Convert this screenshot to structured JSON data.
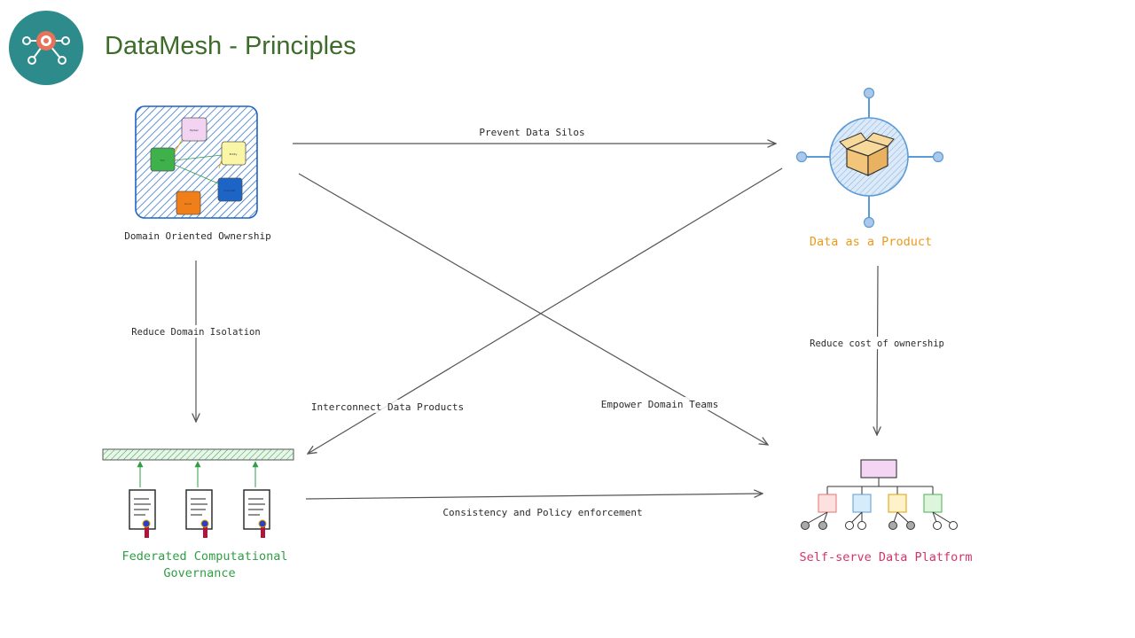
{
  "slide": {
    "title": "DataMesh - Principles"
  },
  "nodes": {
    "domain_ownership": {
      "label": "Domain Oriented Ownership"
    },
    "data_product": {
      "label": "Data as a Product",
      "color": "#ec9a1c"
    },
    "self_serve": {
      "label": "Self-serve Data Platform",
      "color": "#d6336c"
    },
    "governance": {
      "label_line1": "Federated Computational",
      "label_line2": "Governance",
      "color": "#2f9e44"
    }
  },
  "edges": {
    "prevent_silos": "Prevent Data Silos",
    "reduce_isolation": "Reduce Domain Isolation",
    "interconnect": "Interconnect Data Products",
    "empower": "Empower Domain Teams",
    "reduce_cost": "Reduce cost of ownership",
    "consistency": "Consistency and Policy enforcement"
  },
  "domain_boxes": [
    "Ep​iSer",
    "Tim",
    "Entity",
    "Forecast",
    "Accol"
  ],
  "colors": {
    "logo_bg": "#2e8b8b",
    "logo_accent": "#e8735a",
    "hatch": "#1c64c6",
    "arrow": "#555555"
  }
}
